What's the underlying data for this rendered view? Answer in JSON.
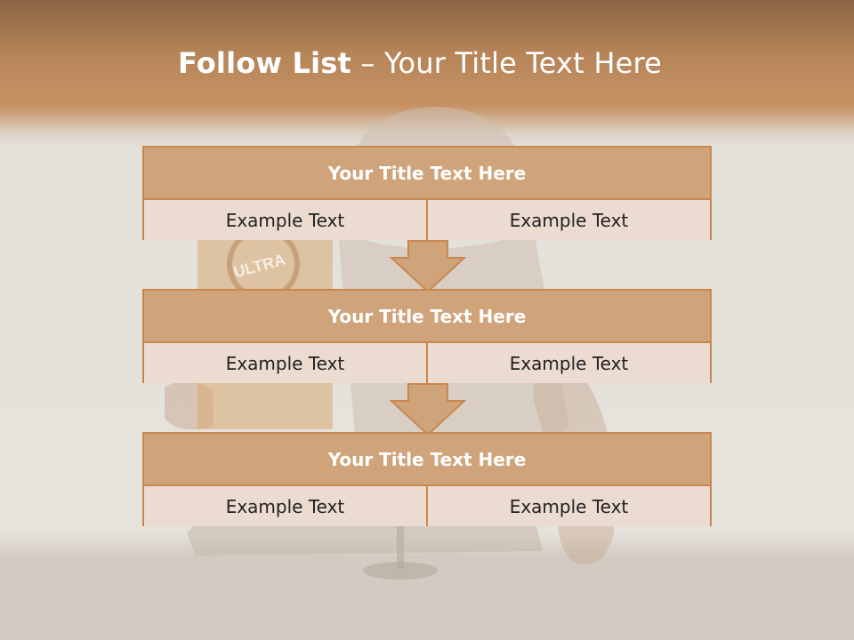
{
  "slide": {
    "title_bold": "Follow List",
    "title_rest": " – Your Title Text Here"
  },
  "blocks": [
    {
      "title": "Your Title Text Here",
      "left": "Example Text",
      "right": "Example Text"
    },
    {
      "title": "Your Title Text Here",
      "left": "Example Text",
      "right": "Example Text"
    },
    {
      "title": "Your Title Text Here",
      "left": "Example Text",
      "right": "Example Text"
    }
  ],
  "background": {
    "logo_text": "ULTRA"
  },
  "colors": {
    "header_band": "#b58458",
    "block_header": "#d0a47b",
    "block_cell": "#ecdbd0",
    "border": "#c9874e"
  },
  "icons": [
    "down-arrow-icon",
    "down-arrow-icon"
  ]
}
